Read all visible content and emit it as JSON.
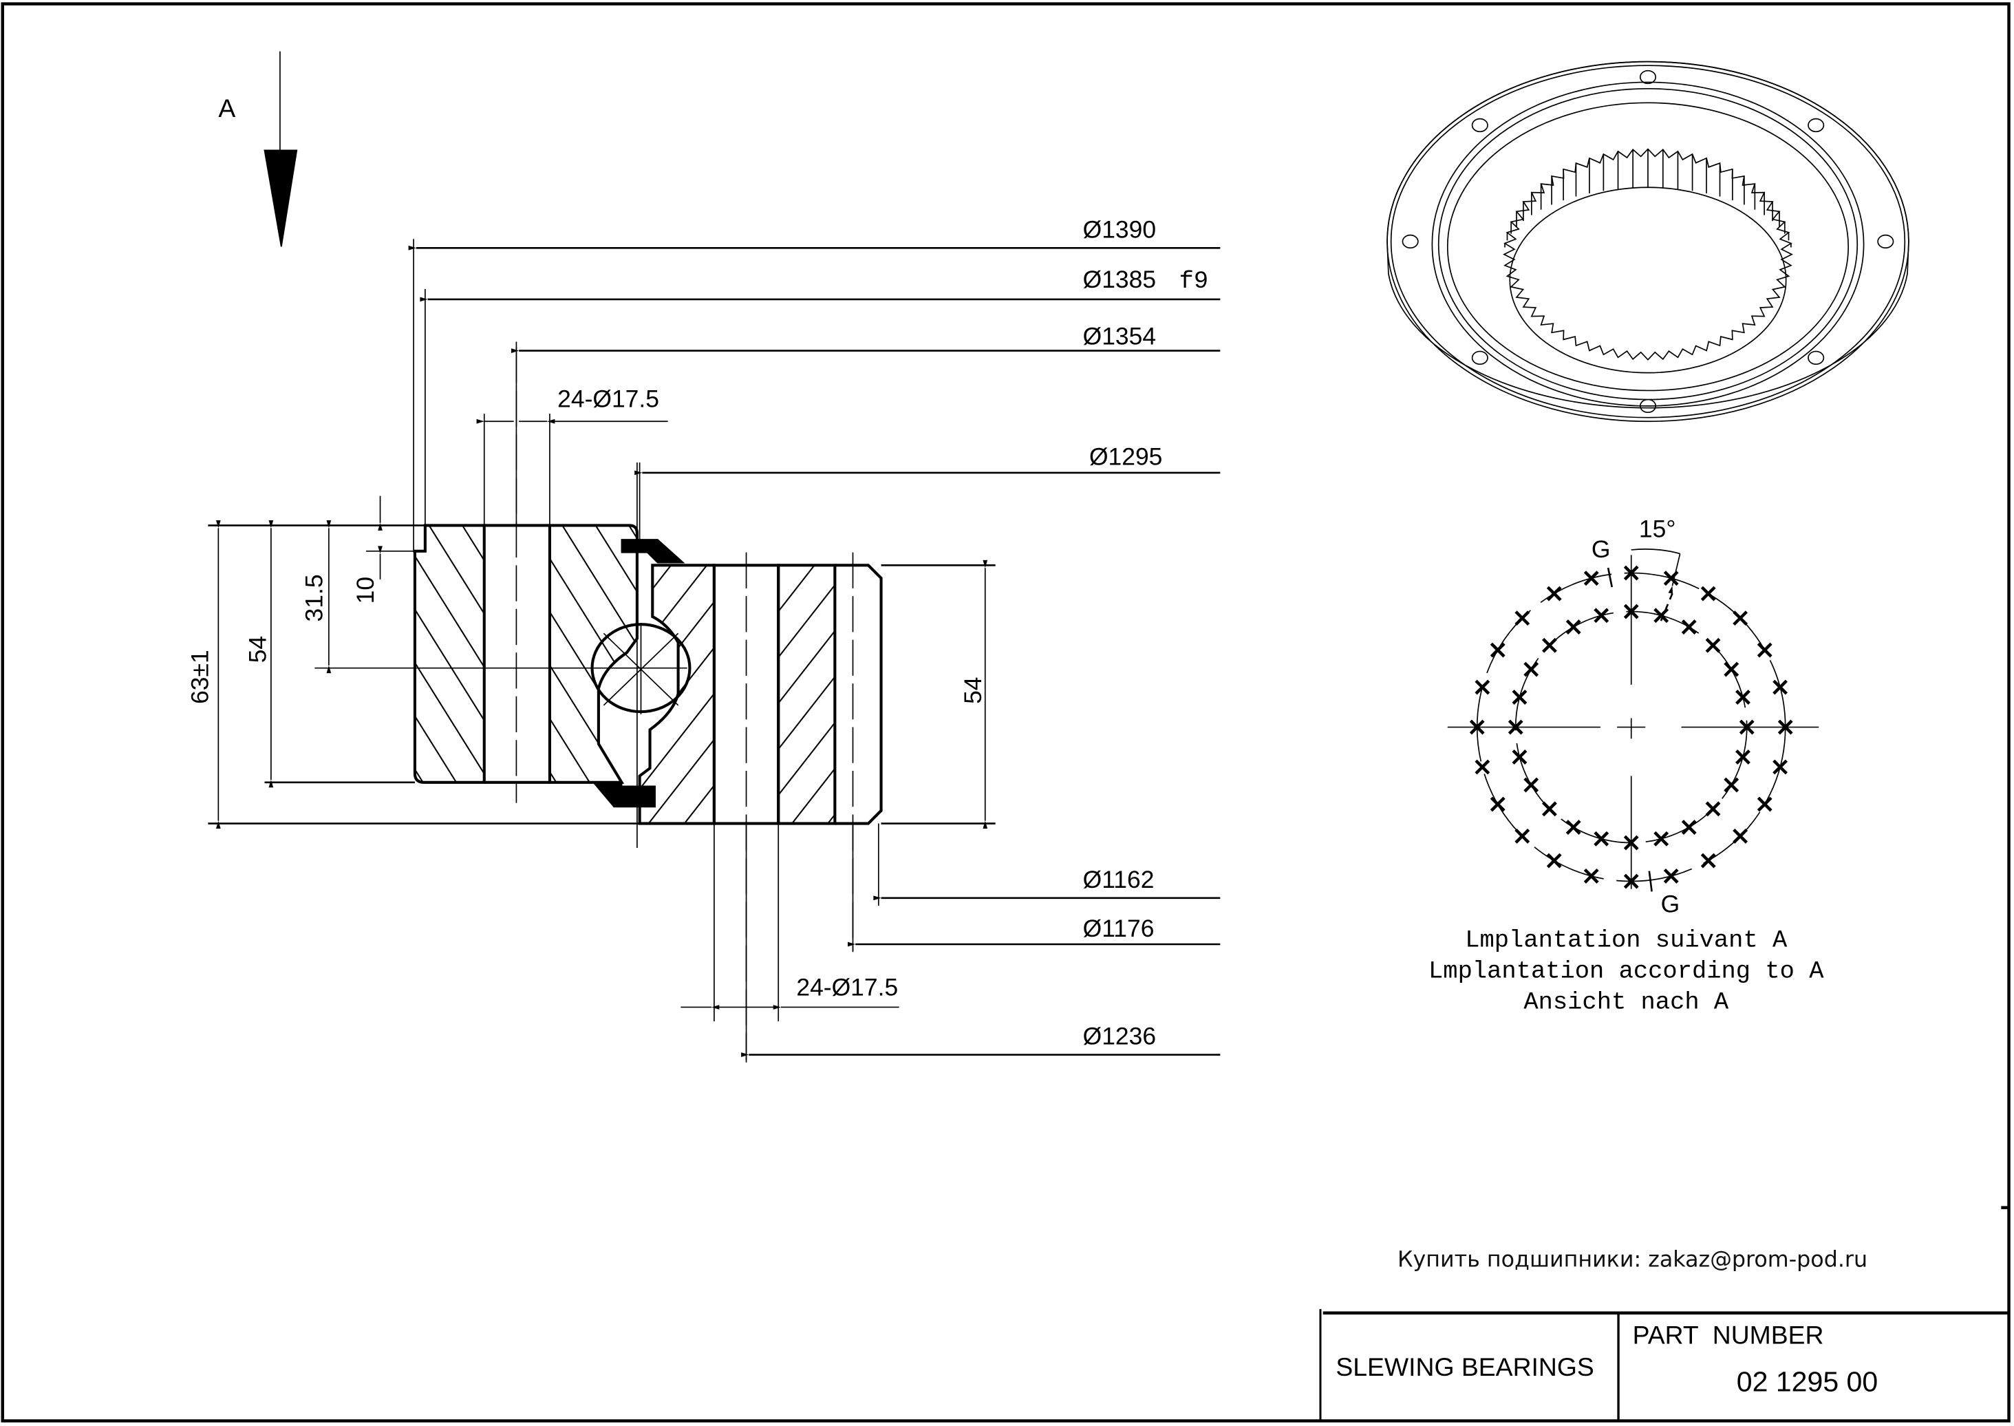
{
  "view_direction": {
    "label": "A"
  },
  "dimensions": {
    "diameters_top": [
      {
        "label": "Ø1390",
        "suffix": ""
      },
      {
        "label": "Ø1385",
        "suffix": "f9"
      },
      {
        "label": "Ø1354",
        "suffix": ""
      },
      {
        "label": "24-Ø17.5",
        "suffix": ""
      },
      {
        "label": "Ø1295",
        "suffix": ""
      }
    ],
    "diameters_bottom": [
      {
        "label": "Ø1162"
      },
      {
        "label": "Ø1176"
      },
      {
        "label": "24-Ø17.5"
      },
      {
        "label": "Ø1236"
      }
    ],
    "heights": {
      "overall": "63±1",
      "outer_ring": "54",
      "ball_center": "31.5",
      "flange_step": "10",
      "inner_ring": "54"
    }
  },
  "hole_pattern": {
    "angle_label": "15°",
    "section_label_top": "G",
    "section_label_bottom": "G",
    "outer_circle_holes": 24,
    "inner_circle_holes": 24,
    "caption": [
      "Lmplantation suivant A",
      "Lmplantation according to A",
      "Ansicht nach A"
    ]
  },
  "contact": {
    "text": "Купить подшипники: zakaz@prom-pod.ru"
  },
  "title_block": {
    "product": "SLEWING BEARINGS",
    "part_number_label": "PART  NUMBER",
    "part_number": "02 1295 00"
  }
}
